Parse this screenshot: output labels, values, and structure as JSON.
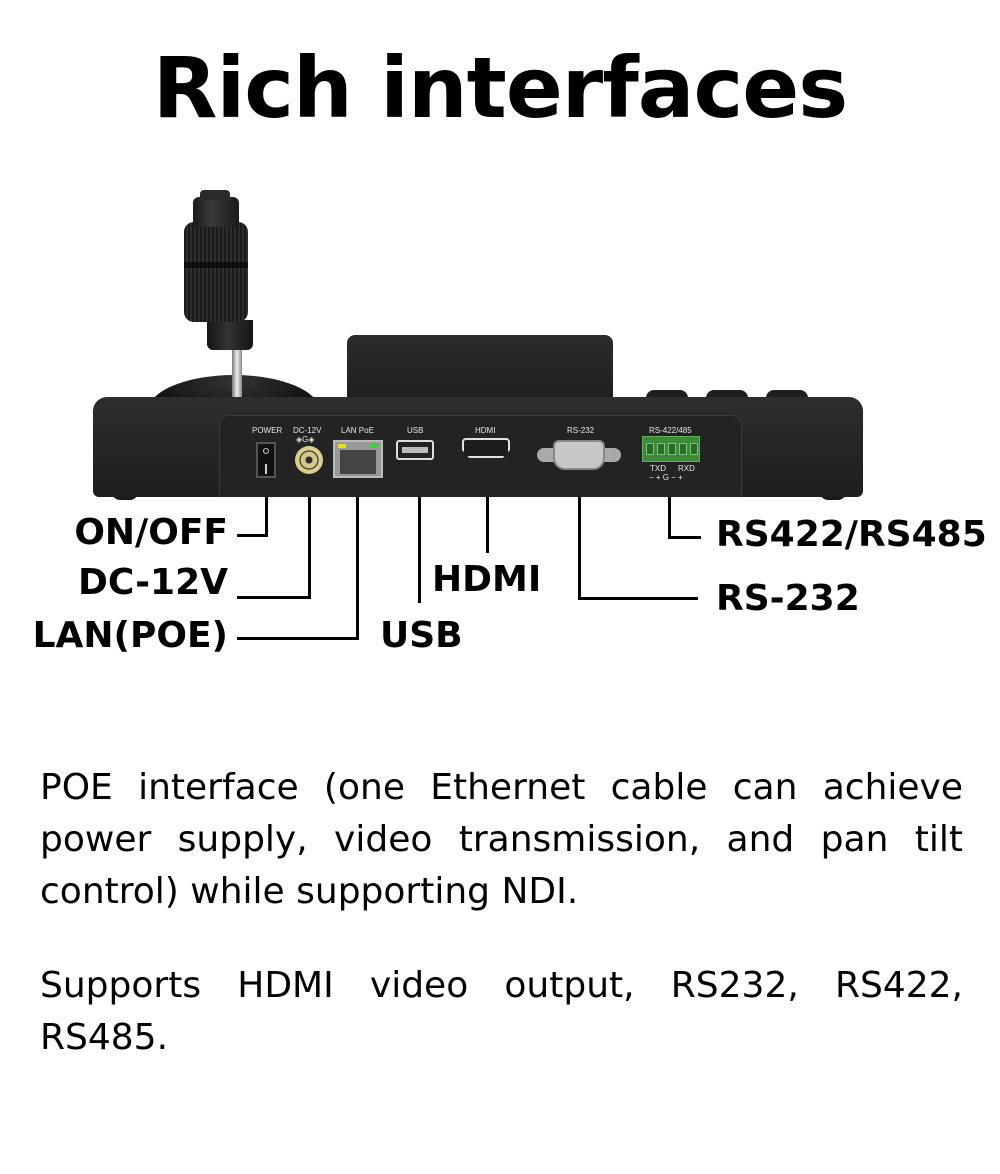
{
  "title": "Rich interfaces",
  "device": {
    "port_labels": {
      "power": "POWER",
      "dc": "DC-12V",
      "dc_polarity": "◈G◈",
      "lan": "LAN PoE",
      "usb": "USB",
      "hdmi": "HDMI",
      "rs232": "RS-232",
      "rs422": "RS-422/485",
      "txd": "TXD",
      "rxd": "RXD",
      "pins": "− + G − +"
    },
    "colors": {
      "body": "#1e1e1e",
      "terminal": "#3d8a3a",
      "led_yellow": "#e6e21a",
      "led_green": "#3ad13a"
    }
  },
  "callouts": {
    "on_off": "ON/OFF",
    "dc12v": "DC-12V",
    "lan_poe": "LAN(POE)",
    "usb": "USB",
    "hdmi": "HDMI",
    "rs232": "RS-232",
    "rs422_485": "RS422/RS485"
  },
  "paragraphs": [
    "POE interface (one Ethernet cable can achieve power supply, video transmission, and pan tilt control) while supporting NDI.",
    "Supports HDMI video output, RS232, RS422, RS485."
  ]
}
